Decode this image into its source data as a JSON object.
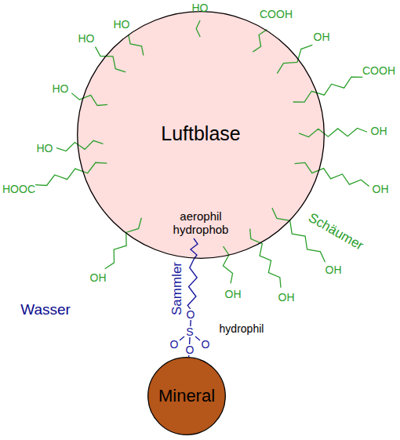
{
  "diagram": {
    "nodes": [
      {
        "text": [
          "Luftblase",
          "aerophil hydrophob"
        ]
      },
      {
        "text": [
          "Mineral"
        ]
      }
    ],
    "edges": [
      {
        "from": 0,
        "to": 1,
        "arrow": "none",
        "label": "Sammler"
      }
    ],
    "labels": [
      "HO",
      "COOH",
      "HO",
      "HO",
      "OH",
      "COOH",
      "HO",
      "OH",
      "HO",
      "HOOC",
      "OH",
      "Schäumer",
      "OH",
      "OH",
      "OH",
      "OH",
      "Wasser",
      "O",
      "hydrophil",
      "S",
      "O",
      "O",
      "O"
    ]
  }
}
